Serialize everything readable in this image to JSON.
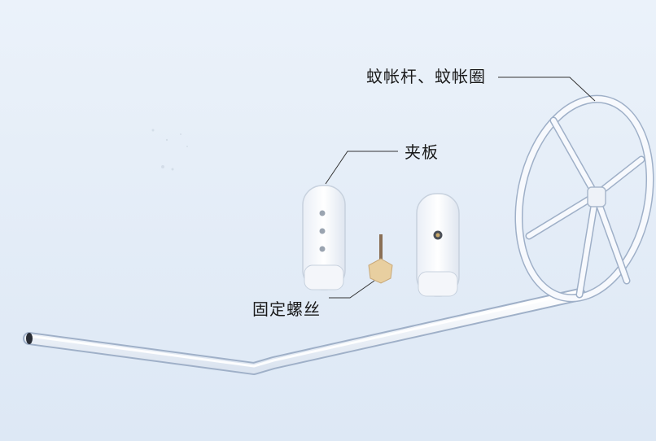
{
  "labels": {
    "net_pole_and_ring": "蚊帐杆、蚊帐圈",
    "clamp_plate": "夹板",
    "fixing_screw": "固定螺丝"
  },
  "colors": {
    "background": "#e6eef8",
    "tube": "#f4f7fc",
    "tube_edge": "#9fb0c8",
    "leader_line": "#333333",
    "screw_knob": "#e8cfa0"
  }
}
